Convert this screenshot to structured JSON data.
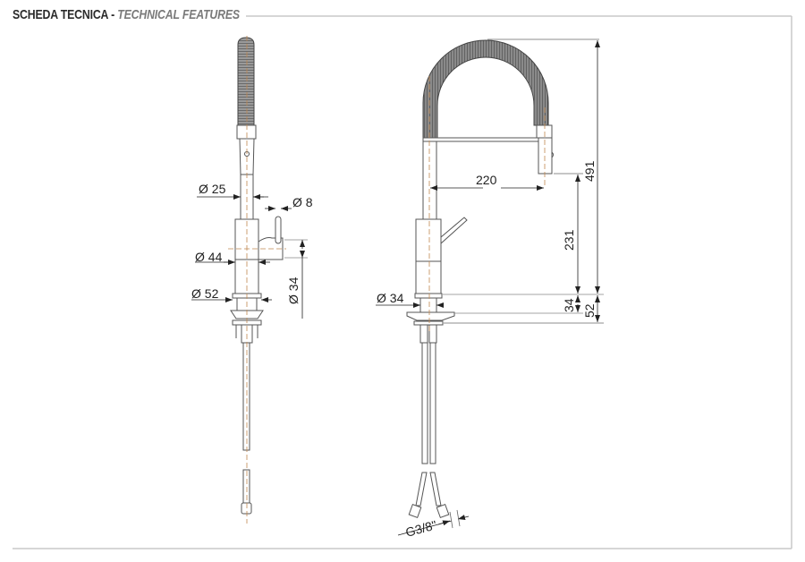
{
  "header": {
    "title_main": "SCHEDA TECNICA",
    "title_separator": " - ",
    "title_sub": "TECHNICAL FEATURES"
  },
  "colors": {
    "frame": "#c8c8c8",
    "line": "#555555",
    "centerline": "#c08850",
    "dimension": "#222222",
    "hose": "#6a6a6a"
  },
  "side_view": {
    "dimensions": {
      "spout_diameter": "Ø 25",
      "lever_diameter": "Ø 8",
      "body_diameter": "Ø 44",
      "base_diameter": "Ø 52",
      "handle_height": "Ø 34"
    }
  },
  "front_view": {
    "dimensions": {
      "reach": "220",
      "total_height": "491",
      "spout_height": "231",
      "shank_diameter": "Ø 34",
      "ring_height": "34",
      "base_height": "52",
      "connection": "G3/8\""
    }
  }
}
